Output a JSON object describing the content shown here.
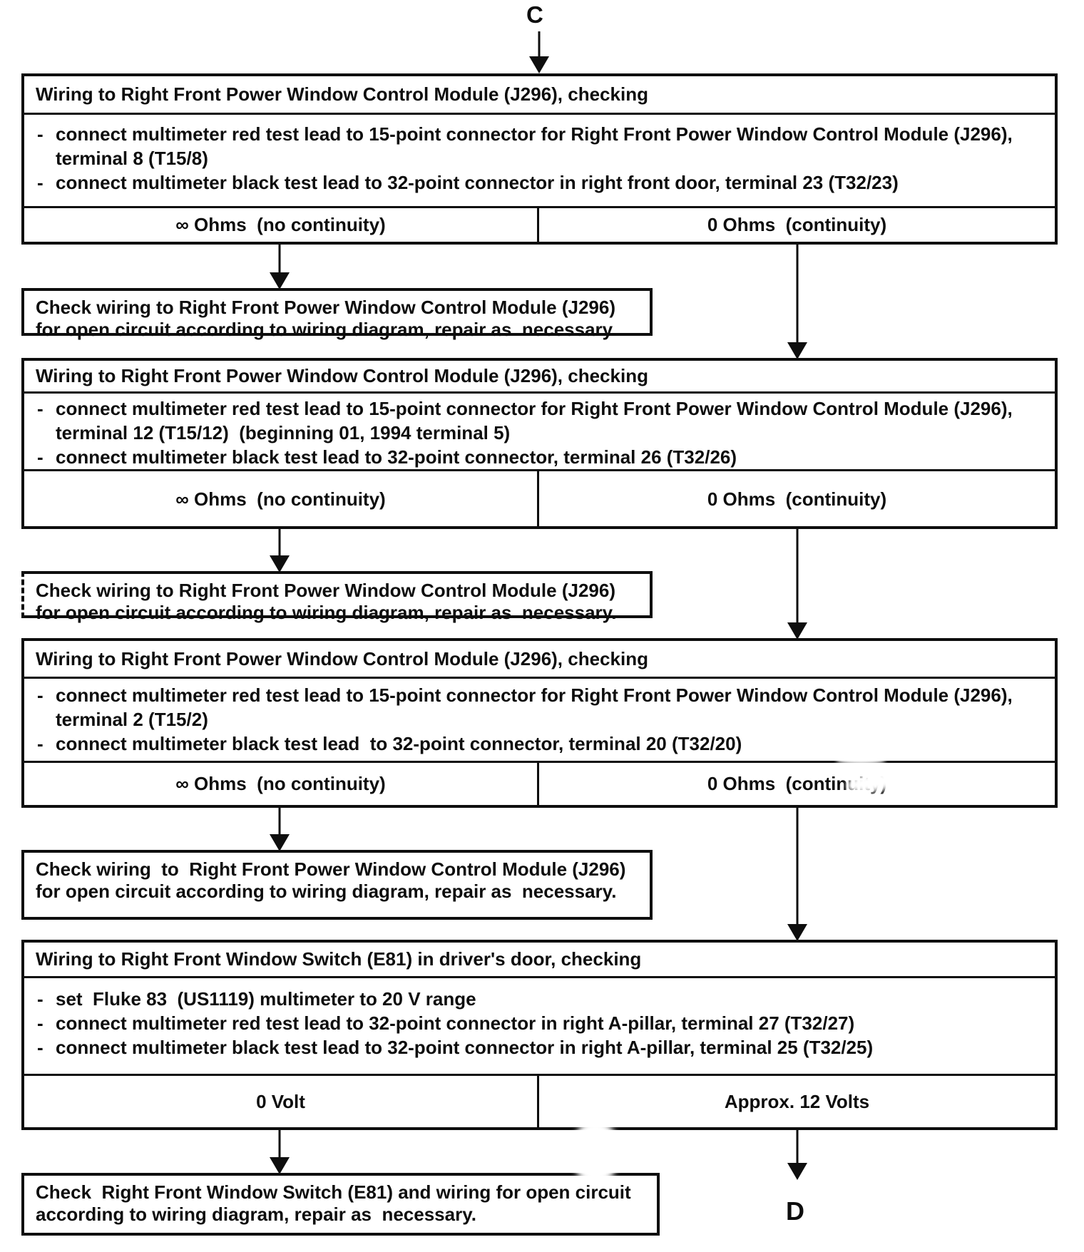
{
  "colors": {
    "ink": "#0e0e0e",
    "paper": "#ffffff"
  },
  "connectors": {
    "top": "C",
    "bottom": "D"
  },
  "markers": {
    "dash": "-"
  },
  "steps": {
    "s1": {
      "title": "Wiring to Right Front Power Window Control Module (J296), checking",
      "b1_l1": "connect multimeter red test lead to 15-point connector for Right Front Power Window Control Module (J296),",
      "b1_l2": "terminal 8 (T15/8)",
      "b2_l1": "connect multimeter black test lead to 32-point connector in right front door, terminal 23 (T32/23)",
      "result_left": "∞ Ohms  (no continuity)",
      "result_right": "0 Ohms  (continuity)"
    },
    "c1": {
      "l1": "Check wiring to Right Front Power Window Control Module (J296)",
      "l2": "for open circuit according to wiring diagram, repair as  necessary."
    },
    "s2": {
      "title": "Wiring to Right Front Power Window Control Module (J296), checking",
      "b1_l1": "connect multimeter red test lead to 15-point connector for Right Front Power Window Control Module (J296),",
      "b1_l2": "terminal 12 (T15/12)  (beginning 01, 1994 terminal 5)",
      "b2_l1": "connect multimeter black test lead to 32-point connector, terminal 26 (T32/26)",
      "result_left": "∞ Ohms  (no continuity)",
      "result_right": "0 Ohms  (continuity)"
    },
    "c2": {
      "l1": "Check wiring to Right Front Power Window Control Module (J296)",
      "l2": "for open circuit according to wiring diagram, repair as  necessary."
    },
    "s3": {
      "title": "Wiring to Right Front Power Window Control Module (J296), checking",
      "b1_l1": "connect multimeter red test lead to 15-point connector for Right Front Power Window Control Module (J296),",
      "b1_l2": "terminal 2 (T15/2)",
      "b2_l1": "connect multimeter black test lead  to 32-point connector, terminal 20 (T32/20)",
      "result_left": "∞ Ohms  (no continuity)",
      "result_right": "0 Ohms  (continuity)"
    },
    "c3": {
      "l1": "Check wiring  to  Right Front Power Window Control Module (J296)",
      "l2": "for open circuit according to wiring diagram, repair as  necessary."
    },
    "s4": {
      "title": "Wiring to Right Front Window Switch (E81) in driver's door, checking",
      "b1_l1": "set  Fluke 83  (US1119) multimeter to 20 V range",
      "b2_l1": "connect multimeter red test lead to 32-point connector in right A-pillar, terminal 27 (T32/27)",
      "b3_l1": "connect multimeter black test lead to 32-point connector in right A-pillar, terminal 25 (T32/25)",
      "result_left": "0 Volt",
      "result_right": "Approx. 12 Volts"
    },
    "c4": {
      "l1": "Check  Right Front Window Switch (E81) and wiring for open circuit",
      "l2": "according to wiring diagram, repair as  necessary."
    }
  }
}
